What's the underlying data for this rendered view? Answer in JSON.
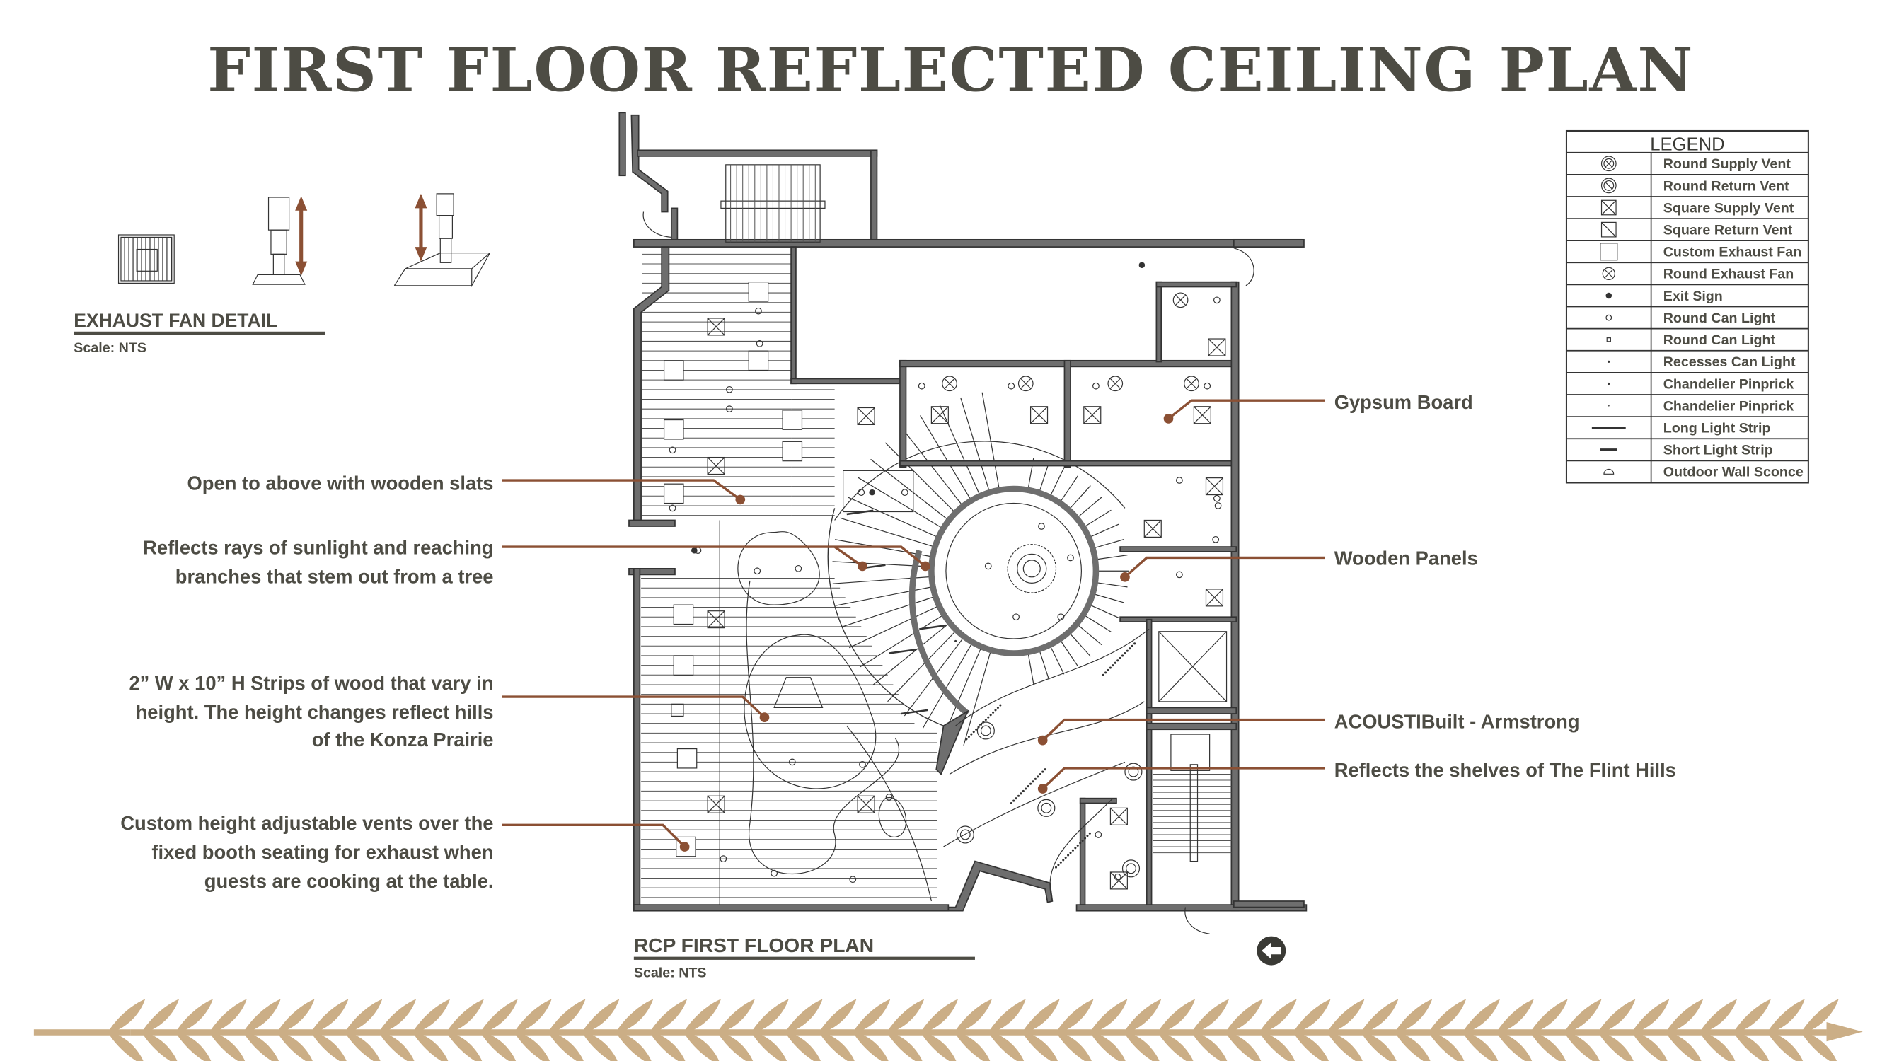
{
  "title": "FIRST FLOOR REFLECTED CEILING PLAN",
  "exhaust_detail": {
    "heading": "EXHAUST FAN DETAIL",
    "scale": "Scale: NTS"
  },
  "plan": {
    "heading": "RCP FIRST FLOOR PLAN",
    "scale": "Scale: NTS"
  },
  "callouts_left": [
    {
      "lines": [
        "Open to above with wooden slats"
      ]
    },
    {
      "lines": [
        "Reflects rays of sunlight and reaching",
        "branches that stem out from a tree"
      ]
    },
    {
      "lines": [
        "2” W x 10” H Strips of wood that vary in",
        "height. The height changes reflect hills",
        "of the Konza Prairie"
      ]
    },
    {
      "lines": [
        "Custom height adjustable vents over the",
        "fixed booth seating for exhaust when",
        "guests are cooking at the table."
      ]
    }
  ],
  "callouts_right": [
    {
      "text": "Gypsum Board"
    },
    {
      "text": "Wooden Panels"
    },
    {
      "text": "ACOUSTIBuilt - Armstrong"
    },
    {
      "text": "Reflects the shelves of The Flint Hills"
    }
  ],
  "legend": {
    "title": "LEGEND",
    "items": [
      {
        "icon": "round-supply-vent",
        "label": "Round Supply Vent"
      },
      {
        "icon": "round-return-vent",
        "label": "Round Return Vent"
      },
      {
        "icon": "square-supply-vent",
        "label": "Square Supply Vent"
      },
      {
        "icon": "square-return-vent",
        "label": "Square Return Vent"
      },
      {
        "icon": "custom-exhaust-fan",
        "label": "Custom Exhaust Fan"
      },
      {
        "icon": "round-exhaust-fan",
        "label": "Round Exhaust Fan"
      },
      {
        "icon": "exit-sign",
        "label": "Exit Sign"
      },
      {
        "icon": "round-can-light",
        "label": "Round Can Light"
      },
      {
        "icon": "square-can-light",
        "label": "Round Can Light"
      },
      {
        "icon": "recessed-can-light",
        "label": "Recesses Can Light"
      },
      {
        "icon": "chandelier-pinprick",
        "label": "Chandelier Pinprick"
      },
      {
        "icon": "chandelier-pinprick-small",
        "label": "Chandelier Pinprick"
      },
      {
        "icon": "long-light-strip",
        "label": "Long Light Strip"
      },
      {
        "icon": "short-light-strip",
        "label": "Short Light Strip"
      },
      {
        "icon": "outdoor-wall-sconce",
        "label": "Outdoor Wall Sconce"
      }
    ]
  },
  "colors": {
    "text": "#4d4c44",
    "accent": "#8b5034",
    "wheat": "#cbae86"
  }
}
